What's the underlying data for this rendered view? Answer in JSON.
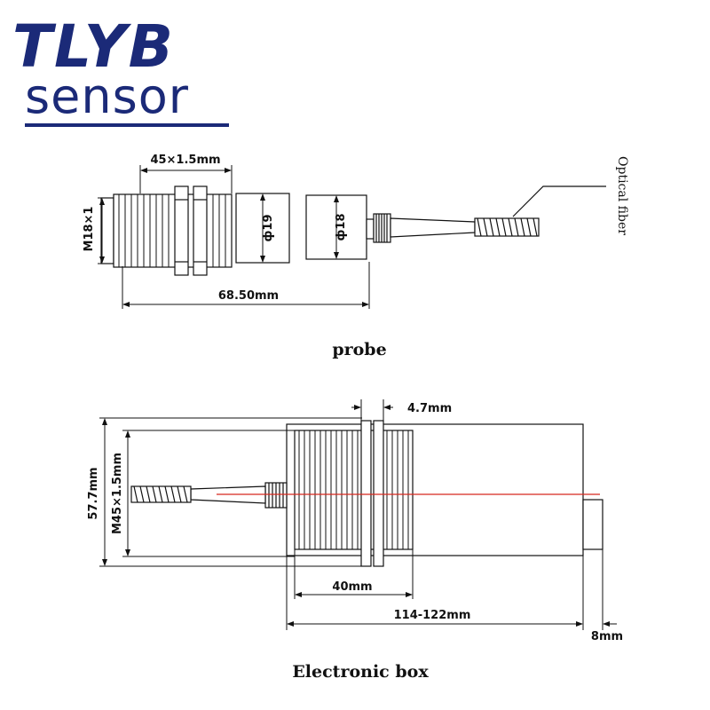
{
  "logo": {
    "brand": "TLYB",
    "sub": "sensor",
    "color": "#1b2a78"
  },
  "probe": {
    "caption": "probe",
    "thread_length": "45×1.5mm",
    "thread_size": "M18×1",
    "diameter_1": "ф19",
    "diameter_2": "ф18",
    "total_length": "68.50mm",
    "fiber_label": "Optical fiber"
  },
  "box": {
    "caption": "Electronic box",
    "height": "57.7mm",
    "thread_size": "M45×1.5mm",
    "nut_width": "4.7mm",
    "thread_length": "40mm",
    "body_length": "114-122mm",
    "lens_length": "8mm",
    "laser_color": "#d8281e"
  }
}
